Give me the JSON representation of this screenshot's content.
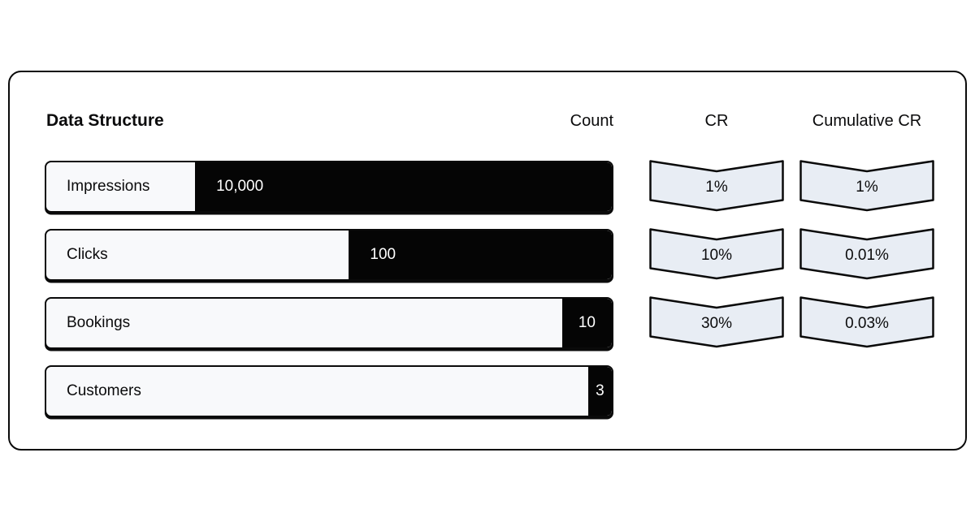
{
  "panel": {
    "title": "Data Structure",
    "columns": {
      "count": "Count",
      "cr": "CR",
      "cumulative_cr": "Cumulative CR"
    }
  },
  "colors": {
    "border": "#0a0a0a",
    "text": "#0b0b0c",
    "bar_label_fill": "#f8f9fb",
    "bar_fill": "#050505",
    "count_text": "#ffffff",
    "badge_fill": "#e8edf4",
    "page_bg": "#ffffff"
  },
  "chart_data": {
    "type": "bar",
    "variant": "horizontal-funnel",
    "title": "Data Structure",
    "value_column": "Count",
    "rate_columns": [
      "CR",
      "Cumulative CR"
    ],
    "orientation": "horizontal",
    "legend": "none",
    "stages": [
      {
        "label": "Impressions",
        "count": 10000,
        "count_display": "10,000",
        "cr": "1%",
        "cumulative_cr": "1%",
        "fill_fraction": 0.737
      },
      {
        "label": "Clicks",
        "count": 100,
        "count_display": "100",
        "cr": "10%",
        "cumulative_cr": "0.01%",
        "fill_fraction": 0.465
      },
      {
        "label": "Bookings",
        "count": 10,
        "count_display": "10",
        "cr": "30%",
        "cumulative_cr": "0.03%",
        "fill_fraction": 0.088
      },
      {
        "label": "Customers",
        "count": 3,
        "count_display": "3",
        "cr": null,
        "cumulative_cr": null,
        "fill_fraction": 0.042
      }
    ]
  }
}
